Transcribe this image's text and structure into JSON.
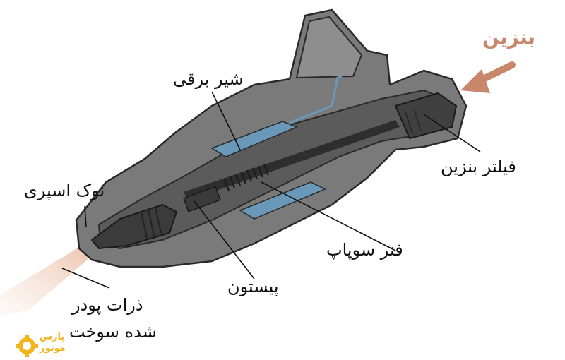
{
  "labels": {
    "fuel": "بنزین",
    "solenoid": "شیر برقی",
    "fuel_filter": "فیلتر بنزین",
    "spray_tip": "نوک اسپری",
    "valve_spring": "فنر سوپاپ",
    "piston": "پیستون",
    "atomized_line1": "ذرات پودر",
    "atomized_line2": "شده سوخت"
  },
  "logo": {
    "line1": "پارس",
    "line2": "موتور"
  },
  "colors": {
    "body": "#7d7d7d",
    "body_dark": "#454545",
    "coil": "#6a98b8",
    "arrow": "#c8876b",
    "spray": "#e9b89d",
    "logo": "#f2b51d"
  }
}
